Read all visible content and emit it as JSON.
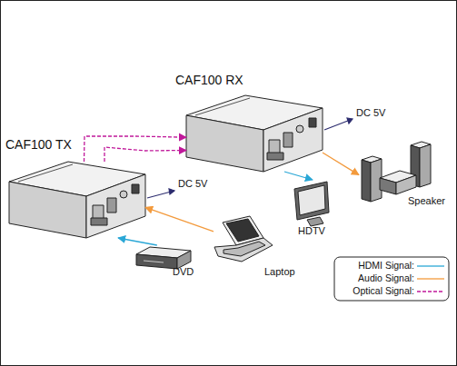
{
  "diagram": {
    "nodes": [
      {
        "text": [
          "CAF100 TX"
        ]
      },
      {
        "text": [
          "CAF100 RX"
        ]
      },
      {
        "text": [
          "DVD"
        ]
      },
      {
        "text": [
          "Laptop"
        ]
      },
      {
        "text": [
          "HDTV"
        ]
      },
      {
        "text": [
          "Speaker"
        ]
      }
    ],
    "edges": [
      {
        "from": 2,
        "to": 0,
        "arrow": "to"
      },
      {
        "from": 3,
        "to": 0,
        "arrow": "to"
      },
      {
        "from": 0,
        "to": 1,
        "arrow": "to"
      },
      {
        "from": 0,
        "to": 1,
        "arrow": "to"
      },
      {
        "from": 1,
        "to": 4,
        "arrow": "to"
      },
      {
        "from": 1,
        "to": 5,
        "arrow": "to"
      }
    ],
    "labels": [
      "DC 5V",
      "DC 5V"
    ],
    "legend": [
      {
        "text": "HDMI Signal:"
      },
      {
        "text": "Audio Signal:"
      },
      {
        "text": "Optical Signal:"
      }
    ]
  }
}
